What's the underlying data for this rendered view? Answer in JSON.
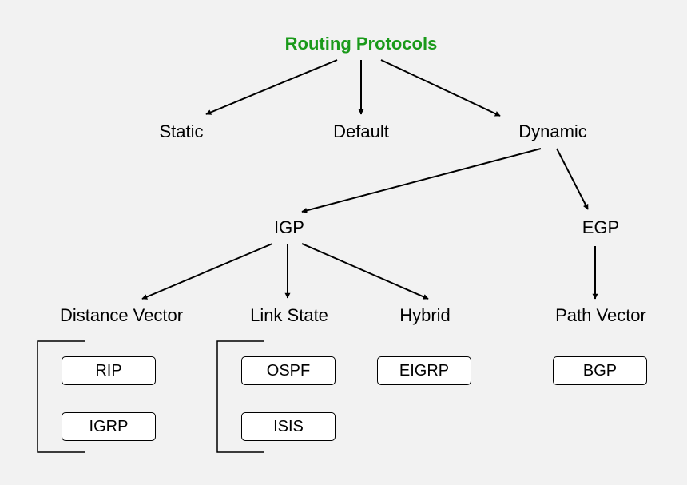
{
  "diagram": {
    "title": "Routing Protocols",
    "nodes": {
      "static": "Static",
      "default": "Default",
      "dynamic": "Dynamic",
      "igp": "IGP",
      "egp": "EGP",
      "distance_vector": "Distance Vector",
      "link_state": "Link State",
      "hybrid": "Hybrid",
      "path_vector": "Path Vector"
    },
    "protocols": {
      "rip": "RIP",
      "igrp": "IGRP",
      "ospf": "OSPF",
      "isis": "ISIS",
      "eigrp": "EIGRP",
      "bgp": "BGP"
    }
  },
  "colors": {
    "background": "#f2f2f2",
    "title": "#1a9a1a",
    "line": "#000000",
    "box_fill": "#ffffff"
  }
}
